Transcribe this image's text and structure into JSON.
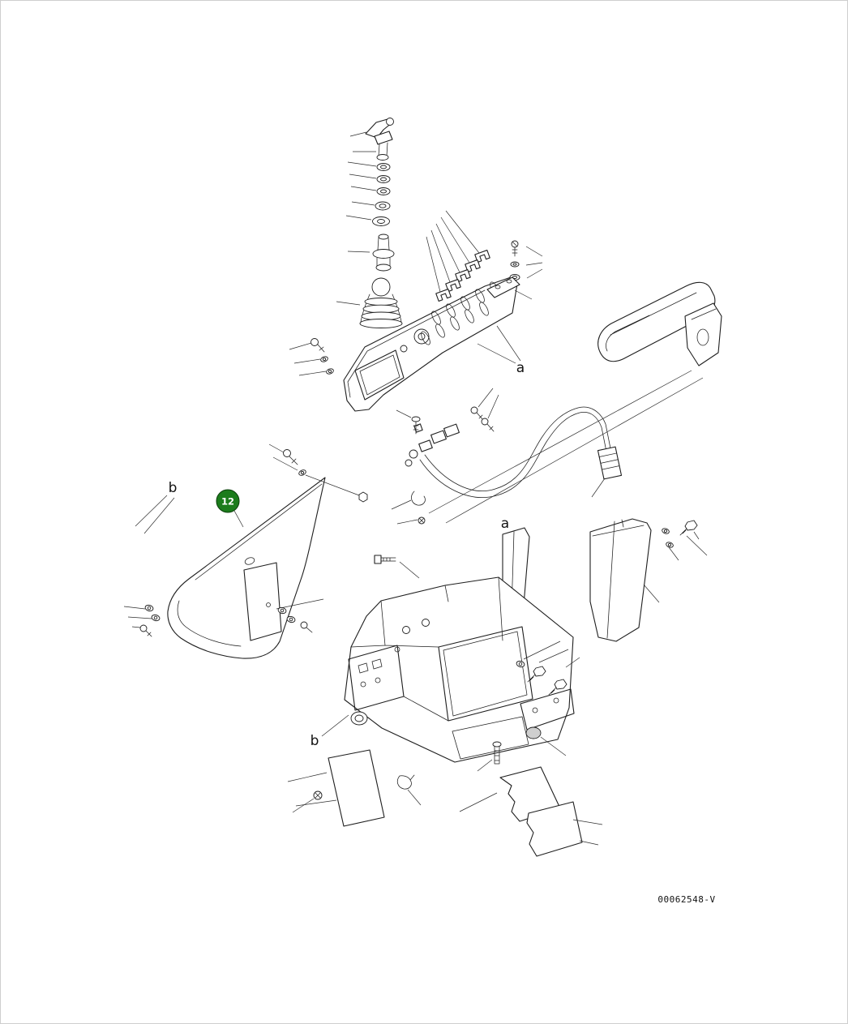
{
  "diagram": {
    "type": "exploded-parts-diagram",
    "drawing_number": "00062548-V",
    "callout": {
      "label": "12",
      "fill": "#1c7c1c",
      "text_color": "#ffffff"
    },
    "view_labels": {
      "a_upper": "a",
      "a_lower": "a",
      "b_upper": "b",
      "b_lower": "b"
    },
    "colors": {
      "background": "#ffffff",
      "line": "#1f1f1f",
      "frame": "#cfcfcf",
      "callout_green": "#1c7c1c"
    }
  }
}
